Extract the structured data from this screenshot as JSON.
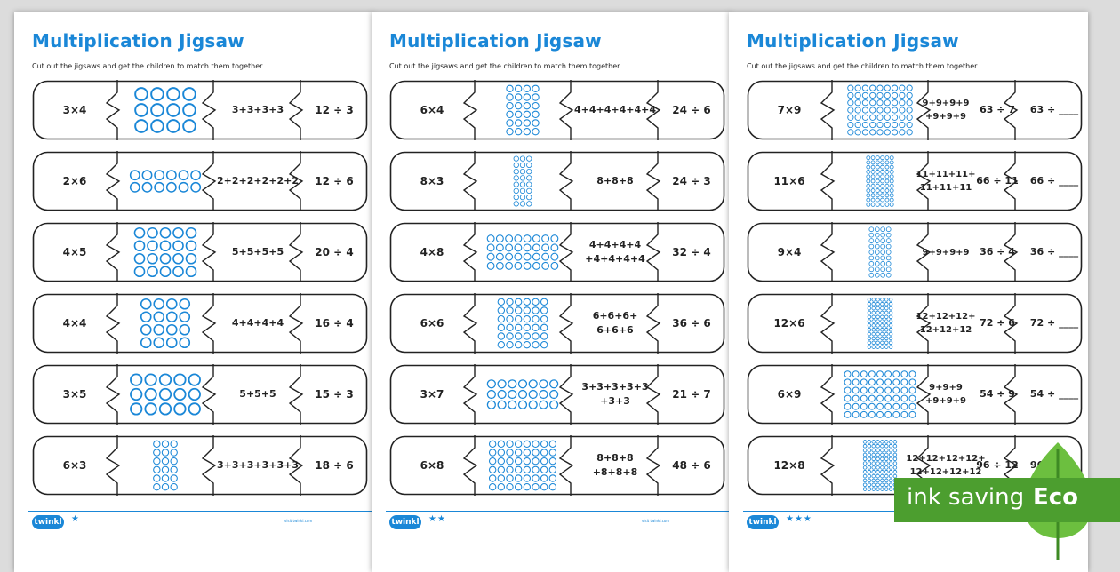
{
  "colors": {
    "accent": "#1a87d7",
    "eco_green": "#4c9e2f"
  },
  "sheets": [
    {
      "title": "Multiplication Jigsaw",
      "subtitle": "Cut out the jigsaws and get the children to match them together.",
      "logo": "twinkl",
      "stars": "★",
      "visit": "visit twinkl.com",
      "rows": [
        {
          "mult": "3×4",
          "add": "3+3+3+3",
          "div": "12 ÷ 3",
          "dots_cols": 4,
          "dots_rows": 3
        },
        {
          "mult": "2×6",
          "add": "2+2+2+2+2+2",
          "div": "12 ÷ 6",
          "dots_cols": 6,
          "dots_rows": 2
        },
        {
          "mult": "4×5",
          "add": "5+5+5+5",
          "div": "20 ÷ 4",
          "dots_cols": 5,
          "dots_rows": 4
        },
        {
          "mult": "4×4",
          "add": "4+4+4+4",
          "div": "16 ÷ 4",
          "dots_cols": 4,
          "dots_rows": 4
        },
        {
          "mult": "3×5",
          "add": "5+5+5",
          "div": "15 ÷ 3",
          "dots_cols": 5,
          "dots_rows": 3
        },
        {
          "mult": "6×3",
          "add": "3+3+3+3+3+3",
          "div": "18 ÷ 6",
          "dots_cols": 3,
          "dots_rows": 6
        }
      ]
    },
    {
      "title": "Multiplication Jigsaw",
      "subtitle": "Cut out the jigsaws and get the children to match them together.",
      "logo": "twinkl",
      "stars": "★★",
      "visit": "visit twinkl.com",
      "rows": [
        {
          "mult": "6×4",
          "add": "4+4+4+4+4+4",
          "div": "24 ÷ 6",
          "dots_cols": 4,
          "dots_rows": 6
        },
        {
          "mult": "8×3",
          "add": "8+8+8",
          "div": "24 ÷ 3",
          "dots_cols": 3,
          "dots_rows": 8
        },
        {
          "mult": "4×8",
          "add": "4+4+4+4\n+4+4+4+4",
          "div": "32 ÷ 4",
          "dots_cols": 8,
          "dots_rows": 4
        },
        {
          "mult": "6×6",
          "add": "6+6+6+\n6+6+6",
          "div": "36 ÷ 6",
          "dots_cols": 6,
          "dots_rows": 6
        },
        {
          "mult": "3×7",
          "add": "3+3+3+3+3\n+3+3",
          "div": "21 ÷ 7",
          "dots_cols": 7,
          "dots_rows": 3
        },
        {
          "mult": "6×8",
          "add": "8+8+8\n+8+8+8",
          "div": "48 ÷ 6",
          "dots_cols": 8,
          "dots_rows": 6
        }
      ]
    },
    {
      "title": "Multiplication Jigsaw",
      "subtitle": "Cut out the jigsaws and get the children to match them together.",
      "logo": "twinkl",
      "stars": "★★★",
      "visit": "",
      "rows": [
        {
          "mult": "7×9",
          "add": "9+9+9+9\n+9+9+9",
          "div": "63 ÷ 7",
          "div2": "63 ÷ ____",
          "dots_cols": 9,
          "dots_rows": 7
        },
        {
          "mult": "11×6",
          "add": "11+11+11+\n11+11+11",
          "div": "66 ÷ 11",
          "div2": "66 ÷ ____",
          "dots_cols": 6,
          "dots_rows": 11
        },
        {
          "mult": "9×4",
          "add": "9+9+9+9",
          "div": "36 ÷ 4",
          "div2": "36 ÷ ____",
          "dots_cols": 4,
          "dots_rows": 9
        },
        {
          "mult": "12×6",
          "add": "12+12+12+\n12+12+12",
          "div": "72 ÷ 6",
          "div2": "72 ÷ ____",
          "dots_cols": 6,
          "dots_rows": 12
        },
        {
          "mult": "6×9",
          "add": "9+9+9\n+9+9+9",
          "div": "54 ÷ 9",
          "div2": "54 ÷ ____",
          "dots_cols": 9,
          "dots_rows": 6
        },
        {
          "mult": "12×8",
          "add": "12+12+12+12+\n12+12+12+12",
          "div": "96 ÷ 12",
          "div2": "96 ÷ ____",
          "dots_cols": 8,
          "dots_rows": 12
        }
      ]
    }
  ],
  "eco_badge": {
    "label": "ink saving",
    "eco": "Eco"
  }
}
